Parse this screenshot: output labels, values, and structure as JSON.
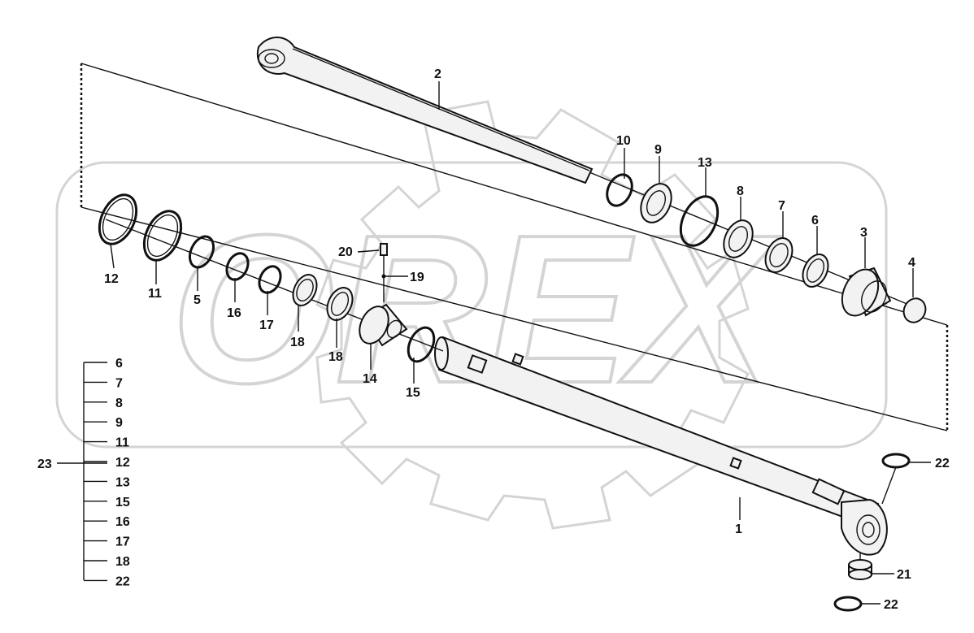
{
  "callouts": {
    "c1": "1",
    "c2": "2",
    "c3": "3",
    "c4": "4",
    "c5": "5",
    "c6": "6",
    "c7": "7",
    "c8": "8",
    "c9": "9",
    "c10": "10",
    "c11": "11",
    "c12": "12",
    "c13": "13",
    "c14": "14",
    "c15": "15",
    "c16": "16",
    "c17": "17",
    "c18a": "18",
    "c18b": "18",
    "c19": "19",
    "c20": "20",
    "c21": "21",
    "c22a": "22",
    "c22b": "22"
  },
  "kit": {
    "label": "23",
    "items": [
      "6",
      "7",
      "8",
      "9",
      "11",
      "12",
      "13",
      "15",
      "16",
      "17",
      "18",
      "22"
    ]
  },
  "watermark": {
    "text": "OREX",
    "color": "#d4d4d4"
  },
  "colors": {
    "line": "#111111",
    "part_fill": "#f2f2f2"
  }
}
